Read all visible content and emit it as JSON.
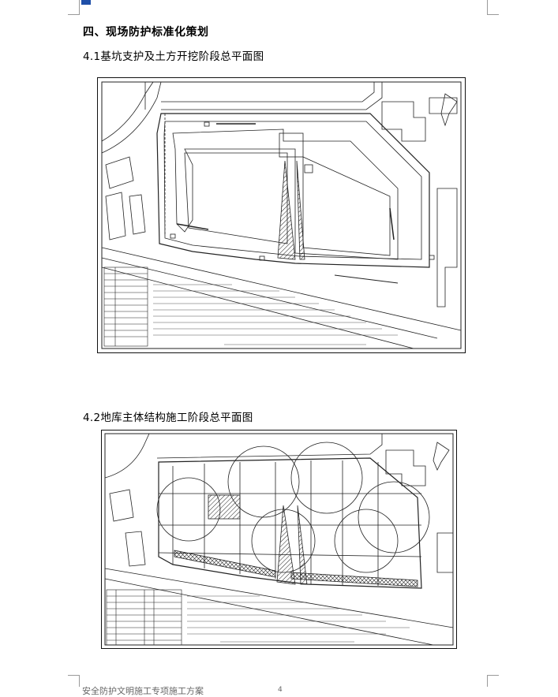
{
  "heading": "四、现场防护标准化策划",
  "section1": {
    "title": "4.1基坑支护及土方开挖阶段总平面图"
  },
  "section2": {
    "title": "4.2地库主体结构施工阶段总平面图"
  },
  "footer": {
    "text": "安全防护文明施工专项施工方案",
    "page": "4"
  }
}
